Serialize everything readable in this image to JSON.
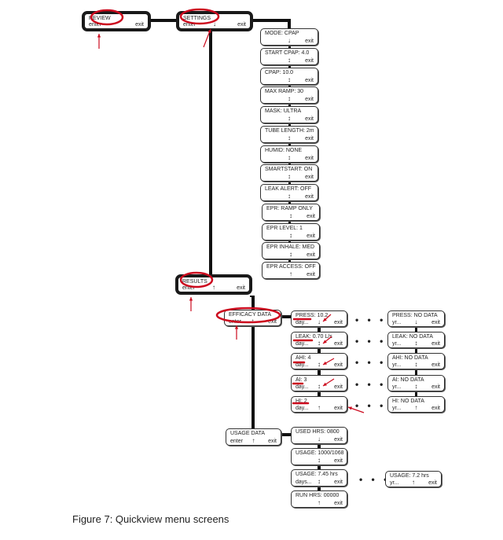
{
  "caption": "Figure 7: Quickview menu screens",
  "annotation_color": "#cc0a1e",
  "boxes": {
    "review": {
      "label": "REVIEW",
      "left": "enter",
      "arrow": "",
      "exit": "exit"
    },
    "settings": {
      "label": "SETTINGS",
      "left": "enter",
      "arrow": "↓",
      "exit": "exit"
    },
    "results": {
      "label": "RESULTS",
      "left": "enter",
      "arrow": "↑",
      "exit": "exit"
    },
    "efficacy": {
      "label": "EFFICACY DATA",
      "left": "enter",
      "arrow": "↕",
      "exit": "exit"
    },
    "usage_data": {
      "label": "USAGE DATA",
      "left": "enter",
      "arrow": "↑",
      "exit": "exit"
    }
  },
  "settings_items": [
    {
      "label": "MODE: CPAP",
      "arrow": "↓",
      "exit": "exit"
    },
    {
      "label": "START CPAP: 4.0",
      "arrow": "↕",
      "exit": "exit"
    },
    {
      "label": "CPAP: 10.0",
      "arrow": "↕",
      "exit": "exit"
    },
    {
      "label": "MAX RAMP: 30",
      "arrow": "↕",
      "exit": "exit"
    },
    {
      "label": "MASK: ULTRA",
      "arrow": "↕",
      "exit": "exit"
    },
    {
      "label": "TUBE LENGTH: 2m",
      "arrow": "↕",
      "exit": "exit"
    },
    {
      "label": "HUMID: NONE",
      "arrow": "↕",
      "exit": "exit"
    },
    {
      "label": "SMARTSTART: ON",
      "arrow": "↕",
      "exit": "exit"
    },
    {
      "label": "LEAK ALERT: OFF",
      "arrow": "↕",
      "exit": "exit"
    },
    {
      "label": "EPR: RAMP ONLY",
      "arrow": "↕",
      "exit": "exit"
    },
    {
      "label": "EPR LEVEL: 1",
      "arrow": "↕",
      "exit": "exit"
    },
    {
      "label": "EPR INHALE:  MED",
      "arrow": "↕",
      "exit": "exit"
    },
    {
      "label": "EPR ACCESS:  OFF",
      "arrow": "↑",
      "exit": "exit"
    }
  ],
  "efficacy_items": [
    {
      "label": "PRESS: 10.2",
      "left": "day...",
      "arrow": "↓",
      "exit": "exit"
    },
    {
      "label": "LEAK: 0.70 L/s",
      "left": "day...",
      "arrow": "↕",
      "exit": "exit"
    },
    {
      "label": "AHI: 4",
      "left": "day...",
      "arrow": "↕",
      "exit": "exit"
    },
    {
      "label": "AI: 3",
      "left": "day...",
      "arrow": "↕",
      "exit": "exit"
    },
    {
      "label": "HI: 2",
      "left": "day...",
      "arrow": "↑",
      "exit": "exit"
    }
  ],
  "efficacy_year_items": [
    {
      "label": "PRESS: NO DATA",
      "left": "yr...",
      "arrow": "↓",
      "exit": "exit"
    },
    {
      "label": "LEAK: NO DATA",
      "left": "yr...",
      "arrow": "↕",
      "exit": "exit"
    },
    {
      "label": "AHI: NO DATA",
      "left": "yr...",
      "arrow": "↕",
      "exit": "exit"
    },
    {
      "label": "AI: NO DATA",
      "left": "yr...",
      "arrow": "↕",
      "exit": "exit"
    },
    {
      "label": "HI: NO DATA",
      "left": "yr...",
      "arrow": "↑",
      "exit": "exit"
    }
  ],
  "usage_items": [
    {
      "label": "USED HRS: 0800",
      "left": "",
      "arrow": "↓",
      "exit": "exit"
    },
    {
      "label": "USAGE: 1000/1068",
      "left": "",
      "arrow": "↕",
      "exit": "exit"
    },
    {
      "label": "USAGE: 7.45 hrs",
      "left": "days...",
      "arrow": "↕",
      "exit": "exit"
    },
    {
      "label": "RUN HRS: 00000",
      "left": "",
      "arrow": "↑",
      "exit": "exit"
    }
  ],
  "usage_year_item": {
    "label": "USAGE: 7.2 hrs",
    "left": "yr...",
    "arrow": "↑",
    "exit": "exit"
  },
  "ellipsis": "• • •"
}
